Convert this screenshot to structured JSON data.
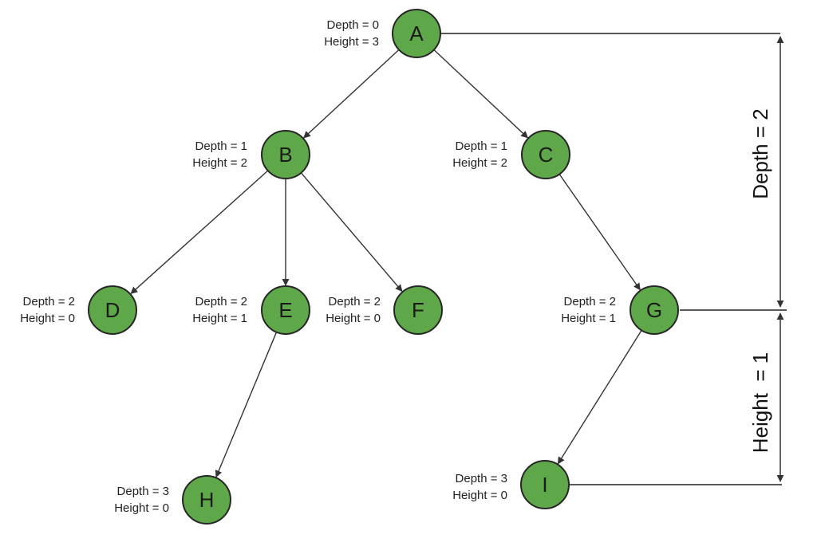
{
  "nodes": [
    {
      "id": "A",
      "label": "A",
      "depth_text": "Depth = 0",
      "height_text": "Height = 3",
      "depth": 0,
      "height": 3
    },
    {
      "id": "B",
      "label": "B",
      "depth_text": "Depth = 1",
      "height_text": "Height = 2",
      "depth": 1,
      "height": 2
    },
    {
      "id": "C",
      "label": "C",
      "depth_text": "Depth = 1",
      "height_text": "Height = 2",
      "depth": 1,
      "height": 2
    },
    {
      "id": "D",
      "label": "D",
      "depth_text": "Depth = 2",
      "height_text": "Height = 0",
      "depth": 2,
      "height": 0
    },
    {
      "id": "E",
      "label": "E",
      "depth_text": "Depth = 2",
      "height_text": "Height = 1",
      "depth": 2,
      "height": 1
    },
    {
      "id": "F",
      "label": "F",
      "depth_text": "Depth = 2",
      "height_text": "Height = 0",
      "depth": 2,
      "height": 0
    },
    {
      "id": "G",
      "label": "G",
      "depth_text": "Depth = 2",
      "height_text": "Height = 1",
      "depth": 2,
      "height": 1
    },
    {
      "id": "H",
      "label": "H",
      "depth_text": "Depth = 3",
      "height_text": "Height = 0",
      "depth": 3,
      "height": 0
    },
    {
      "id": "I",
      "label": "I",
      "depth_text": "Depth = 3",
      "height_text": "Height = 0",
      "depth": 3,
      "height": 0
    }
  ],
  "edges": [
    {
      "from": "A",
      "to": "B"
    },
    {
      "from": "A",
      "to": "C"
    },
    {
      "from": "B",
      "to": "D"
    },
    {
      "from": "B",
      "to": "E"
    },
    {
      "from": "B",
      "to": "F"
    },
    {
      "from": "C",
      "to": "G"
    },
    {
      "from": "E",
      "to": "H"
    },
    {
      "from": "G",
      "to": "I"
    }
  ],
  "brackets": {
    "depth_label": "Depth = 2",
    "height_label": "Height  = 1"
  },
  "colors": {
    "node_fill": "#5fa84a",
    "node_stroke": "#262626",
    "edge": "#333333",
    "text": "#1a1a1a"
  }
}
